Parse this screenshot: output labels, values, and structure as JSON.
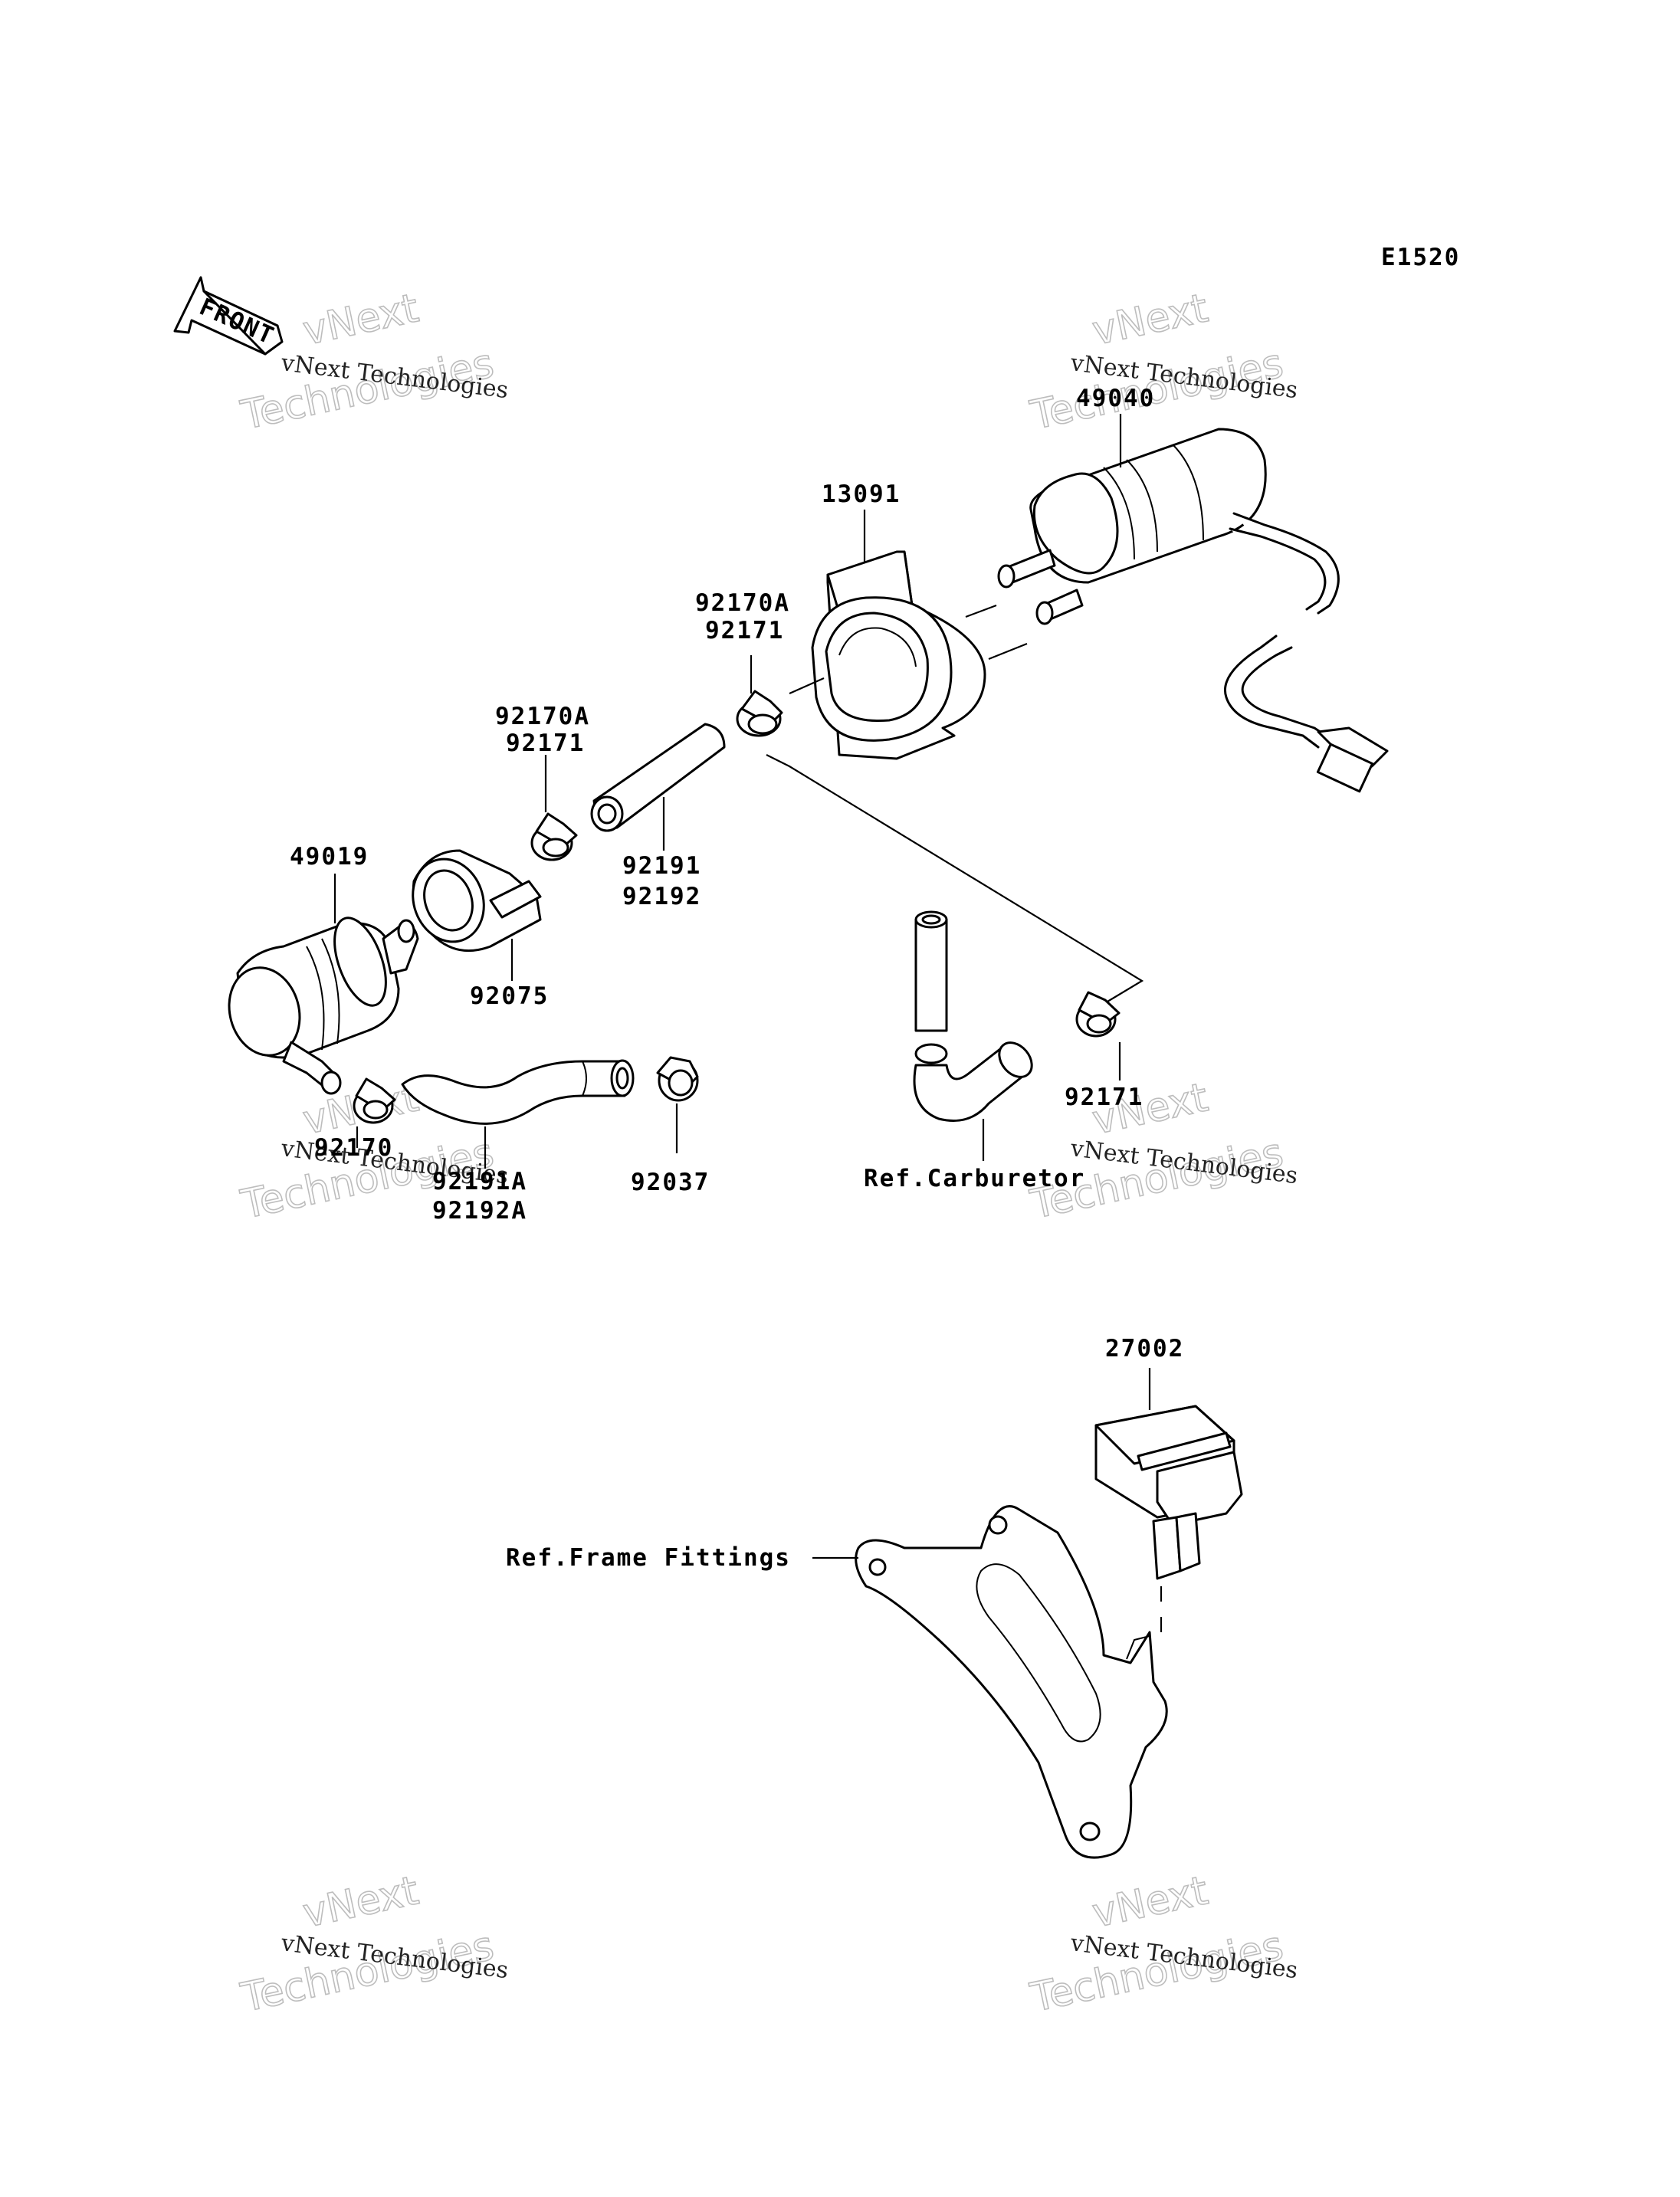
{
  "diagram_code": "E1520",
  "front_label": "FRONT",
  "watermark": {
    "small": "vNext Technologies",
    "big_top": "vNext",
    "big_bottom": "Technologies"
  },
  "parts": {
    "fuel_filter": "49040",
    "bracket": "13091",
    "clamp_a_top": "92170A",
    "clamp_b_top": "92171",
    "clamp_a_mid": "92170A",
    "clamp_b_mid": "92171",
    "pump": "49019",
    "hose_a": "92191",
    "hose_b": "92192",
    "damper": "92075",
    "clamp_lower_left": "92170",
    "hose_lower_a": "92191A",
    "hose_lower_b": "92192A",
    "clamp_lower_mid": "92037",
    "clamp_right": "92171",
    "relay": "27002"
  },
  "references": {
    "carburetor": "Ref.Carburetor",
    "frame_fittings": "Ref.Frame Fittings"
  }
}
